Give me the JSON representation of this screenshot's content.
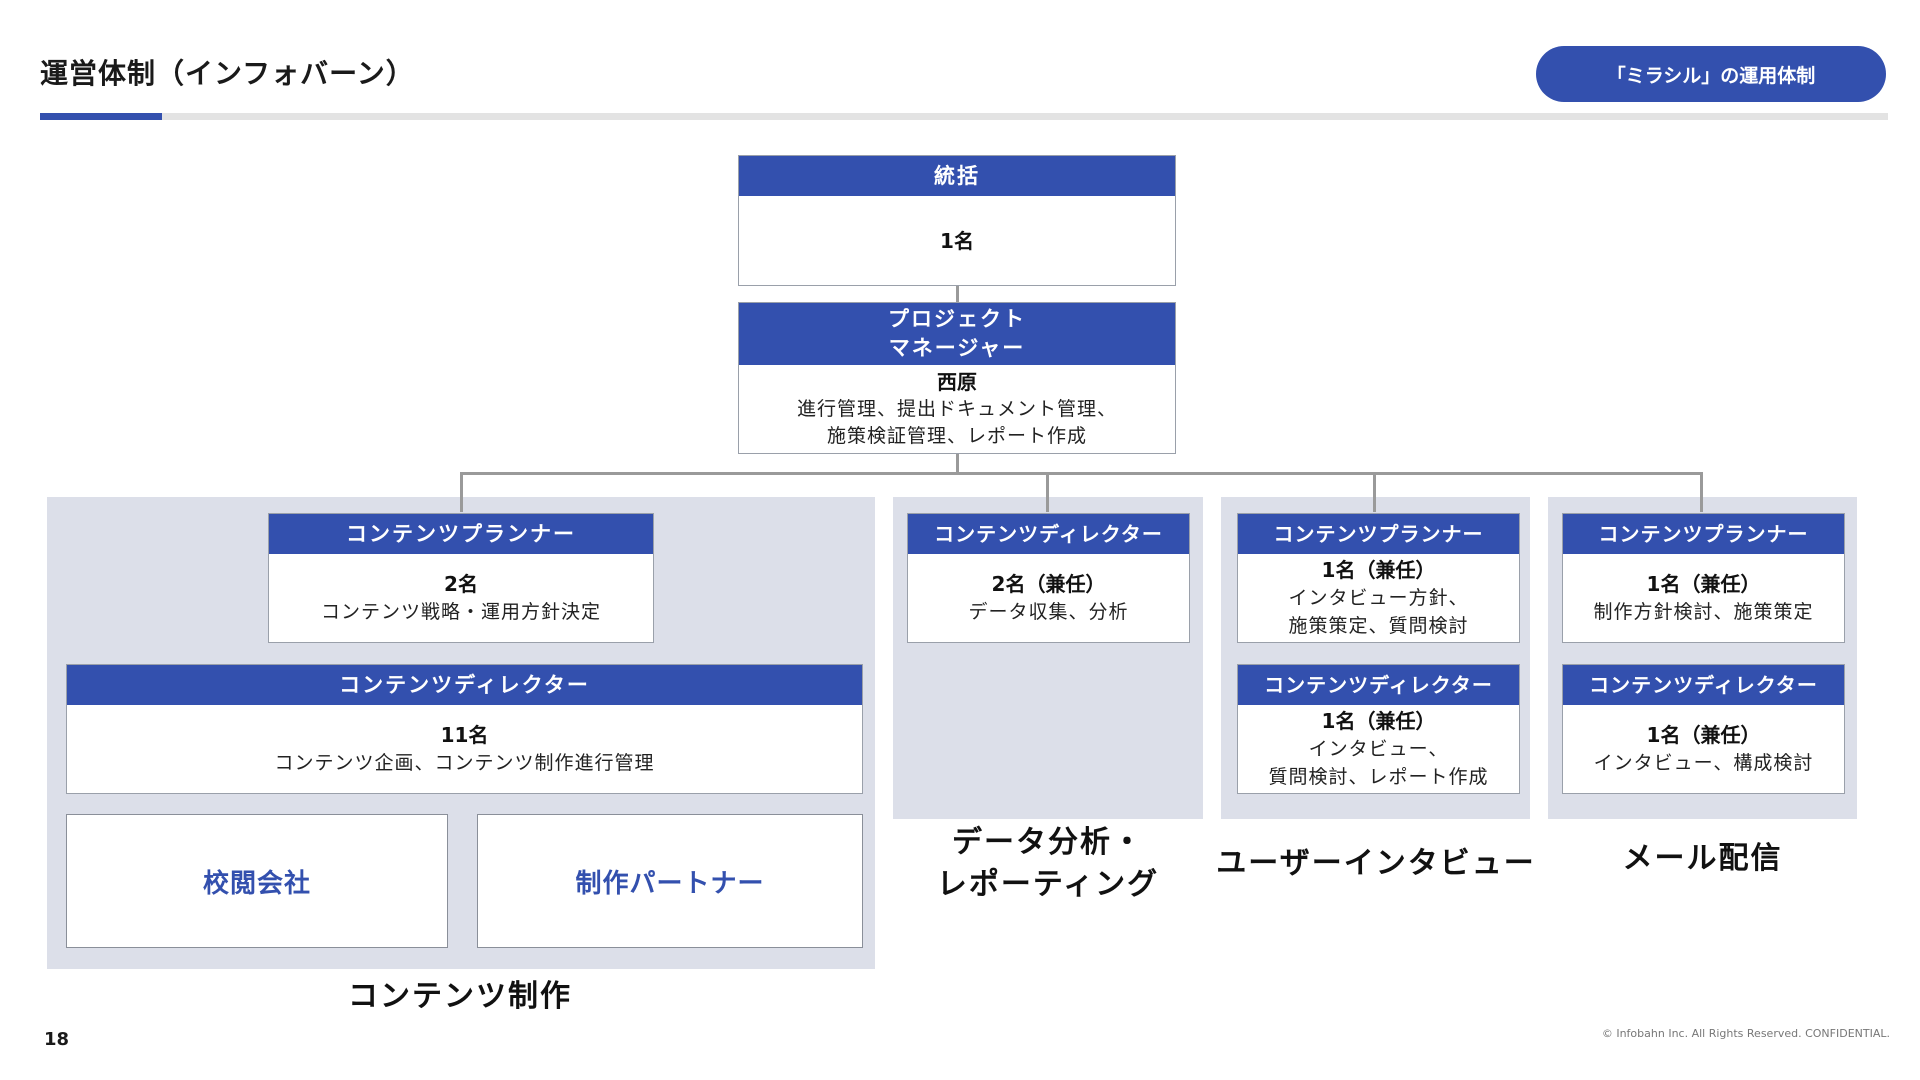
{
  "header": {
    "title": "運営体制（インフォバーン）",
    "badge": "「ミラシル」の運用体制"
  },
  "org": {
    "top": {
      "role": "統括",
      "count": "1名"
    },
    "pm": {
      "role_line1": "プロジェクト",
      "role_line2": "マネージャー",
      "name": "西原",
      "duty_line1": "進行管理、提出ドキュメント管理、",
      "duty_line2": "施策検証管理、レポート作成"
    },
    "content": {
      "team_name": "コンテンツ制作",
      "planner": {
        "role": "コンテンツプランナー",
        "count": "2名",
        "duty": "コンテンツ戦略・運用方針決定"
      },
      "director": {
        "role": "コンテンツディレクター",
        "count": "11名",
        "duty": "コンテンツ企画、コンテンツ制作進行管理"
      },
      "partners": [
        "校閲会社",
        "制作パートナー"
      ]
    },
    "data": {
      "team_name_line1": "データ分析・",
      "team_name_line2": "レポーティング",
      "director": {
        "role": "コンテンツディレクター",
        "count": "2名（兼任）",
        "duty": "データ収集、分析"
      }
    },
    "interview": {
      "team_name": "ユーザーインタビュー",
      "planner": {
        "role": "コンテンツプランナー",
        "count": "1名（兼任）",
        "duty_line1": "インタビュー方針、",
        "duty_line2": "施策策定、質問検討"
      },
      "director": {
        "role": "コンテンツディレクター",
        "count": "1名（兼任）",
        "duty_line1": "インタビュー、",
        "duty_line2": "質問検討、レポート作成"
      }
    },
    "mail": {
      "team_name": "メール配信",
      "planner": {
        "role": "コンテンツプランナー",
        "count": "1名（兼任）",
        "duty_line1": "制作方針検討、施策策定"
      },
      "director": {
        "role": "コンテンツディレクター",
        "count": "1名（兼任）",
        "duty_line1": "インタビュー、構成検討"
      }
    }
  },
  "footer": {
    "page_number": "18",
    "copyright": "© Infobahn Inc. All Rights Reserved. CONFIDENTIAL."
  },
  "colors": {
    "accent": "#3350ae",
    "panel": "#dcdfe9"
  }
}
